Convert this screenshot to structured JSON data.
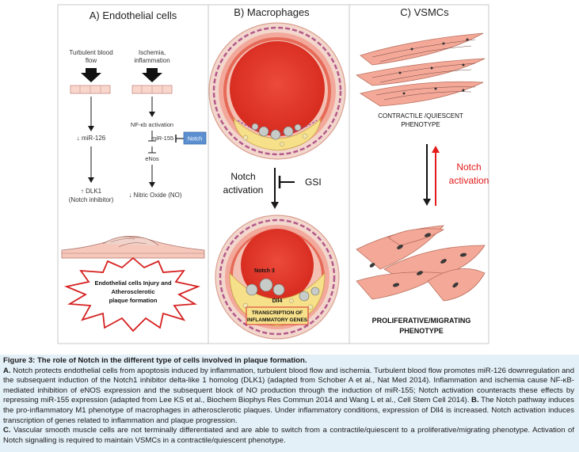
{
  "panels": {
    "a": {
      "title": "A) Endothelial cells",
      "left_stimulus_1": "Turbulent blood",
      "left_stimulus_2": "flow",
      "right_stimulus_1": "Ischemia,",
      "right_stimulus_2": "inflammation",
      "nfkb": "NF-κb activation",
      "mir126": "↓ miR-126",
      "mir155": "miR-155",
      "notch_box": "Notch",
      "enos": "eNos",
      "dlk1_1": "↑ DLK1",
      "dlk1_2": "(Notch inhibitor)",
      "no": "↓ Nitric Oxide (NO)",
      "injury_1": "Endothelial cells Injury and",
      "injury_2": "Atherosclerotic",
      "injury_3": "plaque formation"
    },
    "b": {
      "title": "B) Macrophages",
      "notch_activation_1": "Notch",
      "notch_activation_2": "activation",
      "gsi": "GSI",
      "notch3": "Notch 3",
      "dll4": "Dll4",
      "transcription_1": "TRANSCRIPTION OF",
      "transcription_2": "INFLAMMATORY GENES"
    },
    "c": {
      "title": "C) VSMCs",
      "contractile_1": "CONTRACTILE /QUIESCENT",
      "contractile_2": "PHENOTYPE",
      "notch_1": "Notch",
      "notch_2": "activation",
      "proliferative_1": "PROLIFERATIVE/MIGRATING",
      "proliferative_2": "PHENOTYPE"
    }
  },
  "caption": {
    "title": "Figure 3: The role of Notch in the different type of cells involved in plaque formation.",
    "a_label": "A.",
    "a_text": " Notch protects endothelial cells from apoptosis induced by inflammation, turbulent blood flow and ischemia. Turbulent blood flow promotes miR-126 downregulation and the subsequent induction of the Notch1 inhibitor delta-like 1 homolog (DLK1) (adapted from Schober A et al., Nat Med 2014). Inflammation and ischemia cause NF-κB-mediated inhibition of eNOS expression and the subsequent block of NO production through the induction of miR-155; Notch activation counteracts these effects by repressing miR-155 expression (adapted from Lee KS et al., Biochem Biophys Res Commun 2014 and Wang L et al., Cell Stem Cell 2014).",
    "b_label": "B.",
    "b_text": " The Notch pathway induces the pro-inflammatory M1 phenotype of macrophages in atherosclerotic plaques. Under inflammatory conditions, expression of Dll4 is increased. Notch activation induces transcription of genes related to inflammation and plaque progression.",
    "c_label": "C.",
    "c_text": " Vascular smooth muscle cells are not terminally differentiated and are able to switch from a contractile/quiescent to a proliferative/migrating phenotype. Activation of Notch signalling is required to maintain VSMCs in a contractile/quiescent phenotype."
  },
  "colors": {
    "frame_border": "#bfbfbf",
    "caption_bg": "#e4f0f8",
    "vessel_outer": "#f2d2c8",
    "vessel_wall": "#d8443a",
    "lumen": "#e8392c",
    "plaque": "#f6e08a",
    "smc": "#f4a898",
    "notch_red": "#e31b1b",
    "notch_box": "#5b8fd0"
  }
}
